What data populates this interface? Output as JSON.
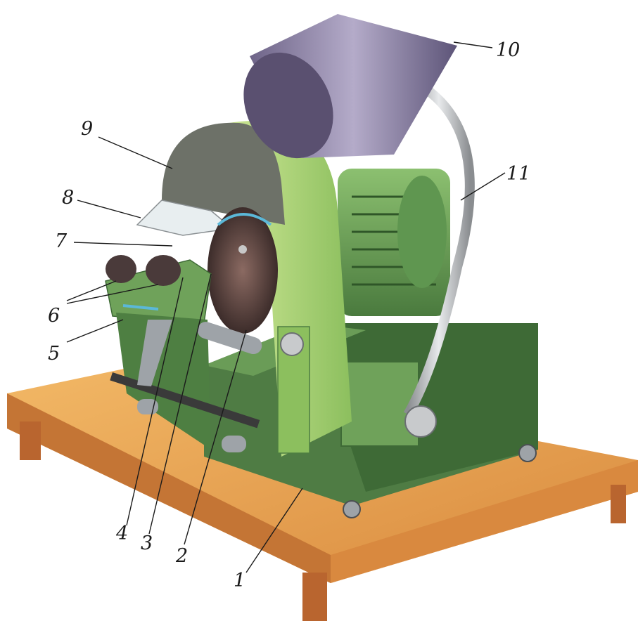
{
  "figure": {
    "subject": "grinding-machine-with-lamp",
    "callouts": [
      {
        "id": "c1",
        "text": "1"
      },
      {
        "id": "c2",
        "text": "2"
      },
      {
        "id": "c3",
        "text": "3"
      },
      {
        "id": "c4",
        "text": "4"
      },
      {
        "id": "c5",
        "text": "5"
      },
      {
        "id": "c6",
        "text": "6"
      },
      {
        "id": "c7",
        "text": "7"
      },
      {
        "id": "c8",
        "text": "8"
      },
      {
        "id": "c9",
        "text": "9"
      },
      {
        "id": "c10",
        "text": "10"
      },
      {
        "id": "c11",
        "text": "11"
      }
    ]
  },
  "colors": {
    "table_top": "#e8a64d",
    "table_edge": "#c9773a",
    "machine_green": "#6fa25a",
    "machine_green_light": "#b5d98a",
    "machine_green_dark": "#3f6b34",
    "guard_grey": "#6d7168",
    "lamp_shade": "#8b7fa6",
    "wheel_dark": "#5a4440",
    "metal": "#b9bcc2"
  }
}
